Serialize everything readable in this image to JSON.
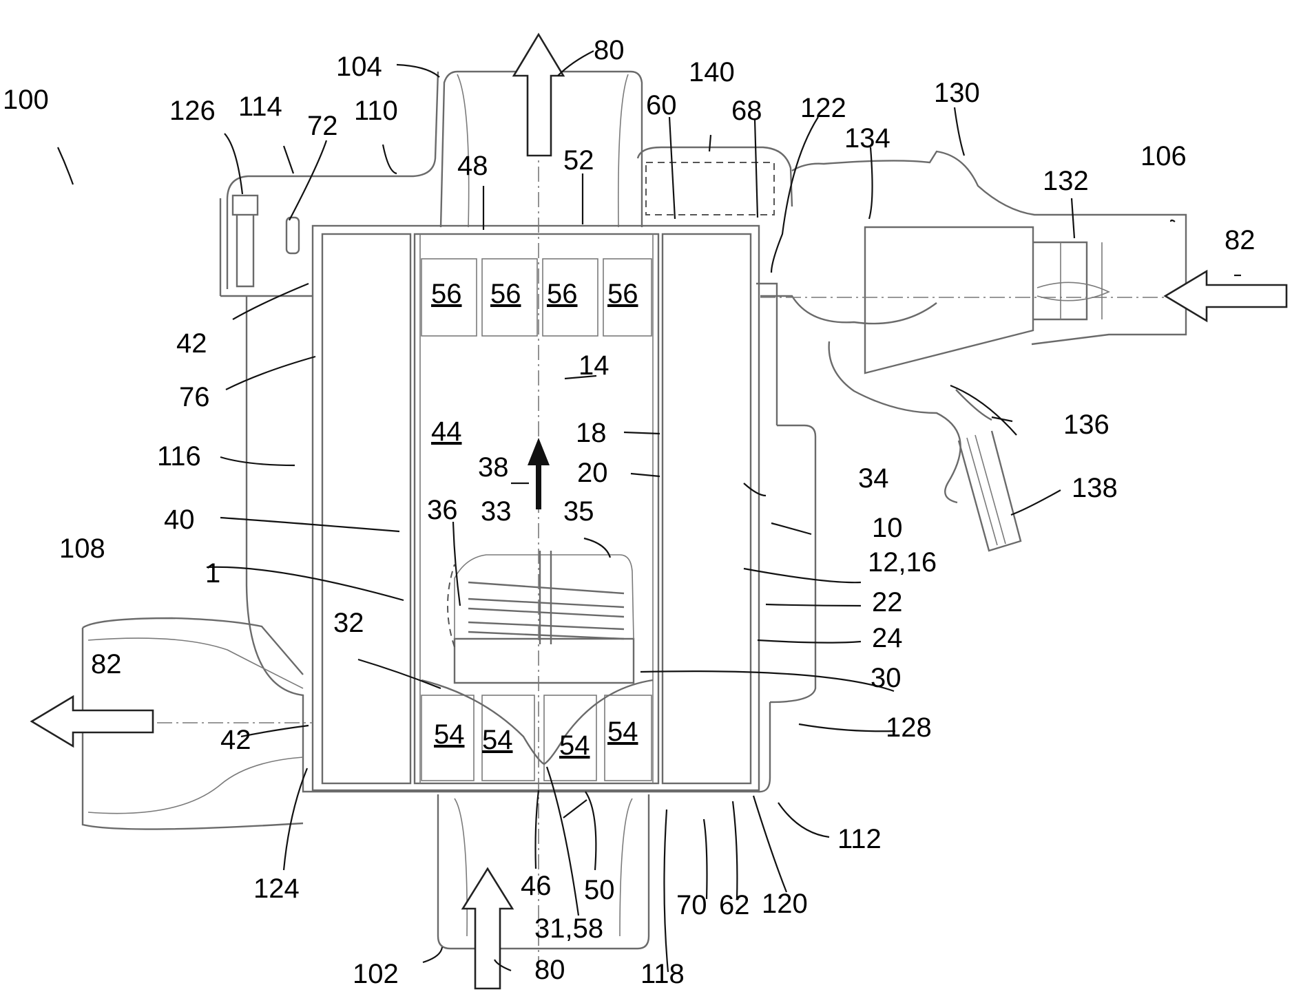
{
  "figure": {
    "labels": {
      "device": "100",
      "filter_element": "1",
      "inlet_port": "102",
      "outlet_port": "104",
      "secondary_inlet": "106",
      "secondary_outlet": "108",
      "upper_housing": "110",
      "lower_housing": "112",
      "flange": "114",
      "housing_wall": "116",
      "lower_seat": "118",
      "bottom_seal": "120",
      "upper_seal": "122",
      "left_lower_wall": "124",
      "bolt": "126",
      "chamber": "128",
      "nozzle_assembly": "130",
      "nozzle_spider": "132",
      "diffuser": "134",
      "suction_chamber": "136",
      "suction_pipe": "138",
      "sensor_box": "140",
      "filter": "10",
      "filter_body": "12,16",
      "axis": "14",
      "inner_tube": "18",
      "inner_wall": "20",
      "outer_zone": "22",
      "outer_zone_b": "24",
      "valve": "30",
      "valve_seat": "31,58",
      "valve_body": "32",
      "spring": "33",
      "outer_wall": "34",
      "cage_right": "35",
      "cage_left": "36",
      "flow_direction": "38",
      "core_wall": "40",
      "perforations_top": "42",
      "perforations_bottom": "42",
      "inner_space": "44",
      "axis_bottom": "46",
      "top_end": "48",
      "bottom_end": "50",
      "top_cap": "52",
      "rib_bottom_1": "54",
      "rib_bottom_2": "54",
      "rib_bottom_3": "54",
      "rib_bottom_4": "54",
      "rib_top_1": "56",
      "rib_top_2": "56",
      "rib_top_3": "56",
      "rib_top_4": "56",
      "top_ring": "60",
      "bottom_ring": "62",
      "top_clip": "68",
      "bottom_clip": "70",
      "pin": "72",
      "side_mark": "76",
      "fluid_out": "80",
      "fluid_in": "80",
      "air_in": "82",
      "air_out": "82"
    }
  }
}
